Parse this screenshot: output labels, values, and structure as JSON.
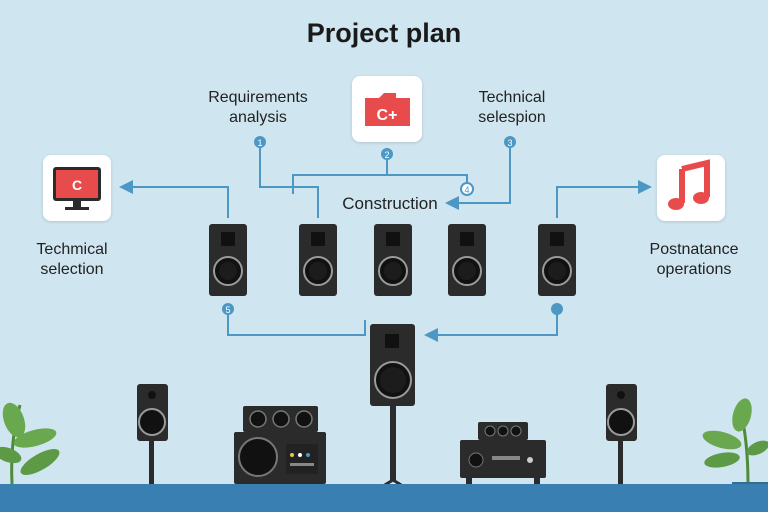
{
  "title": "Project plan",
  "labels": {
    "requirements": [
      "Requirements",
      "analysis"
    ],
    "technical_top": [
      "Technical",
      "selespion"
    ],
    "construction": "Construction",
    "technical_left": [
      "Techmical",
      "selection"
    ],
    "postnatance": [
      "Postnatance",
      "operations"
    ]
  },
  "tiles": {
    "top_center": {
      "icon": "c-plus-folder-icon",
      "text": "C+",
      "color": "#e84b4b"
    },
    "left": {
      "icon": "monitor-icon",
      "text": "C",
      "color": "#e84b4b"
    },
    "right": {
      "icon": "music-note-icon",
      "color": "#e84b4b"
    }
  },
  "markers": [
    "1",
    "2",
    "3",
    "4",
    "5"
  ],
  "colors": {
    "background": "#cfe6f1",
    "connector": "#4d97c4",
    "speaker": "#2b2b2b",
    "floor": "#3a7fb2",
    "plant": "#6aa84f",
    "accent": "#e84b4b"
  }
}
